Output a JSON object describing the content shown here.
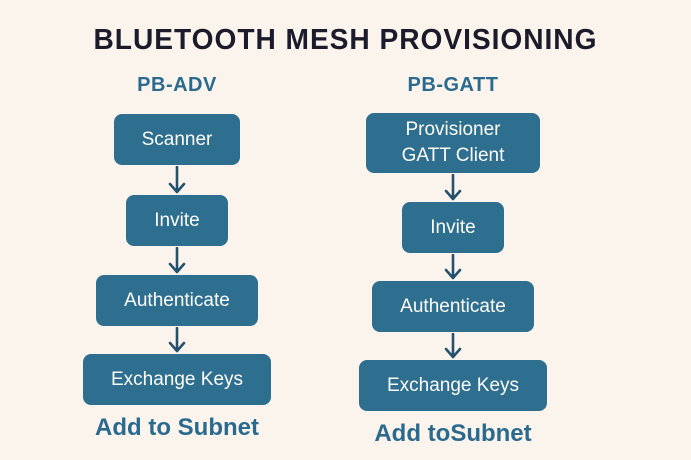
{
  "title": "BLUETOOTH MESH PROVISIONING",
  "colors": {
    "background": "#fbf4ec",
    "box_fill": "#2e6e8e",
    "box_text": "#fdfdfa",
    "title_text": "#1b1b2b",
    "accent_text": "#2a6a8e",
    "arrow": "#24516e"
  },
  "columns": [
    {
      "header": "PB-ADV",
      "steps": [
        {
          "lines": [
            "Scanner"
          ]
        },
        {
          "lines": [
            "Invite"
          ]
        },
        {
          "lines": [
            "Authenticate"
          ]
        },
        {
          "lines": [
            "Exchange Keys"
          ]
        }
      ],
      "footer": "Add to Subnet"
    },
    {
      "header": "PB-GATT",
      "steps": [
        {
          "lines": [
            "Provisioner",
            "GATT Client"
          ]
        },
        {
          "lines": [
            "Invite"
          ]
        },
        {
          "lines": [
            "Authenticate"
          ]
        },
        {
          "lines": [
            "Exchange Keys"
          ]
        }
      ],
      "footer": "Add toSubnet"
    }
  ]
}
